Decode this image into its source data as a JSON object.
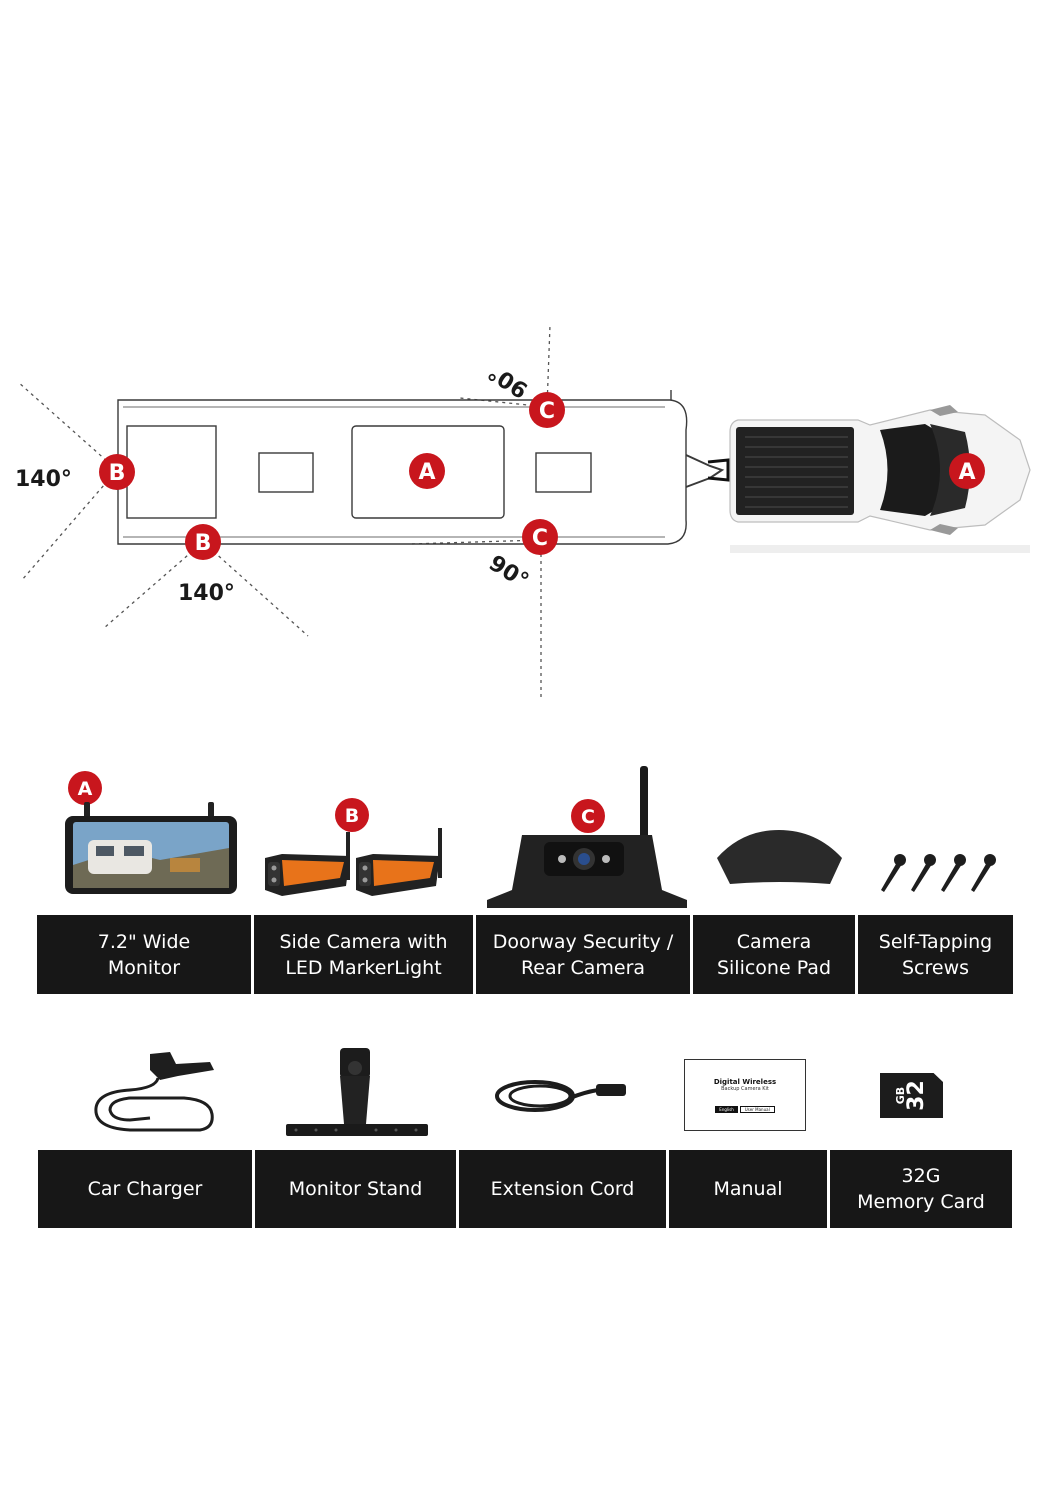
{
  "diagram": {
    "badges": {
      "monitor": "A",
      "side_camera": "B",
      "rear_camera": "C"
    },
    "angles": {
      "side_view": "140°",
      "rear_view": "90°"
    }
  },
  "products_row1": {
    "items": [
      {
        "badge": "A",
        "label": "7.2\" Wide\nMonitor"
      },
      {
        "badge": "B",
        "label": "Side Camera with\nLED MarkerLight"
      },
      {
        "badge": "C",
        "label": "Doorway Security /\nRear Camera"
      },
      {
        "label": "Camera\nSilicone Pad"
      },
      {
        "label": "Self-Tapping\nScrews"
      }
    ]
  },
  "products_row2": {
    "items": [
      {
        "label": "Car Charger"
      },
      {
        "label": "Monitor Stand"
      },
      {
        "label": "Extension Cord"
      },
      {
        "label": "Manual",
        "manual_title": "Digital Wireless",
        "manual_subtitle": "Backup Camera Kit",
        "manual_tag1": "English",
        "manual_tag2": "User Manual"
      },
      {
        "label": "32G\nMemory Card",
        "card_capacity": "32",
        "card_unit": "GB"
      }
    ]
  },
  "colors": {
    "badge_red": "#c8161d",
    "label_bg": "#171717",
    "accent_orange": "#e8731a"
  }
}
